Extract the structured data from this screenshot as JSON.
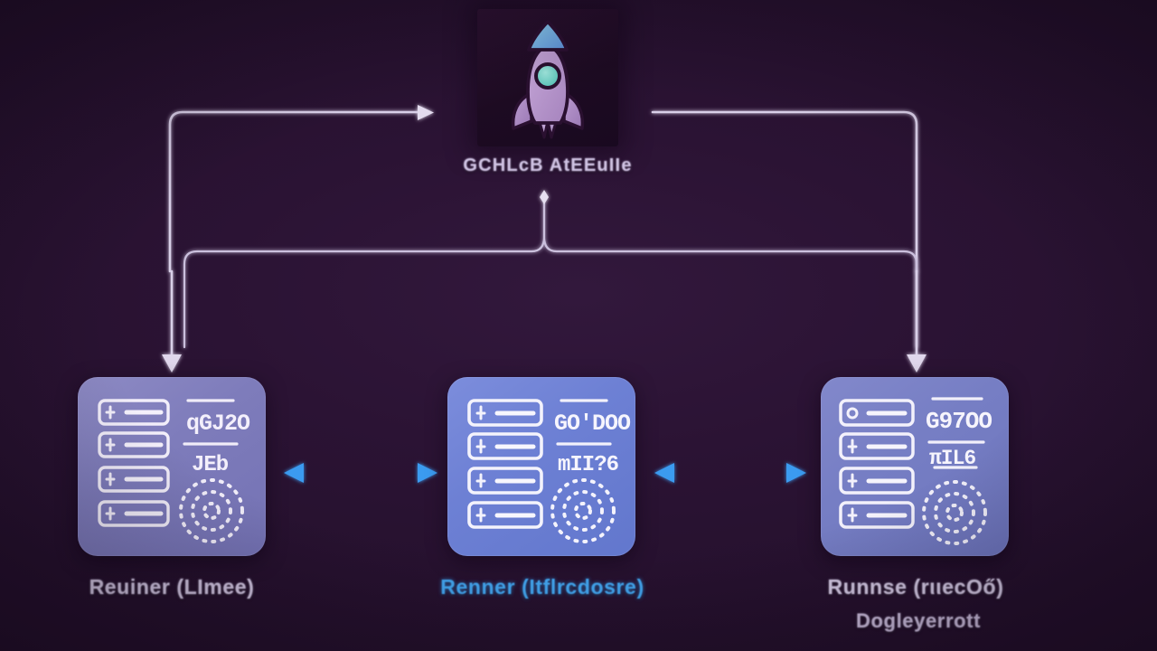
{
  "diagram": {
    "title": "GitLab CI runner architecture",
    "background_color": "#2b1334",
    "accent_blue": "#2f8ae0",
    "wire_color": "#d9cfe8"
  },
  "logo": {
    "icon": "rocket-icon",
    "label": "GCHLcB AtEEuIIe",
    "tile_color": "#1d0b22",
    "body_color": "#b794cc",
    "nose_color": "#6ab6e8",
    "window_color": "#67d1c6"
  },
  "nodes": [
    {
      "id": "runner-linux",
      "icon": "server-rack-icon",
      "label": "Reuiner (LImee)",
      "label_color": "#d4c8e4",
      "card_color": "#7e7cbb",
      "metric_top": "qGJ2O",
      "metric_bottom": "JEb",
      "gauge_icon": "dotted-gauge-icon"
    },
    {
      "id": "runner-windows",
      "icon": "server-rack-icon",
      "label": "Renner (Itflrcdosre)",
      "label_color": "#43a6f0",
      "card_color": "#6d80d4",
      "metric_top": "GO'DOO",
      "metric_bottom": "mII?6",
      "gauge_icon": "dotted-gauge-icon"
    },
    {
      "id": "runner-macos",
      "icon": "server-rack-icon",
      "label": "Runnse (rιιecOő)",
      "sub_label": "Dogleyerrott",
      "label_color": "#d6cbe6",
      "card_color": "#767ec4",
      "metric_top": "G97OO",
      "metric_bottom": "πIL6",
      "gauge_icon": "dotted-gauge-icon"
    }
  ],
  "connectors": [
    {
      "id": "linux-to-logo",
      "kind": "arrow-right",
      "color": "#d9cfe8"
    },
    {
      "id": "logo-to-macos",
      "kind": "elbow-right",
      "color": "#d9cfe8"
    },
    {
      "id": "logo-bus-down",
      "kind": "bus-split-down",
      "color": "#cbc0dd"
    },
    {
      "id": "bus-to-linux",
      "kind": "arrow-down",
      "color": "#d9cfe8"
    },
    {
      "id": "bus-to-macos",
      "kind": "arrow-down",
      "color": "#d9cfe8"
    },
    {
      "id": "linux-windows",
      "kind": "double-arrow",
      "color": "#2f8ae0"
    },
    {
      "id": "windows-macos",
      "kind": "double-arrow",
      "color": "#2f8ae0"
    }
  ]
}
